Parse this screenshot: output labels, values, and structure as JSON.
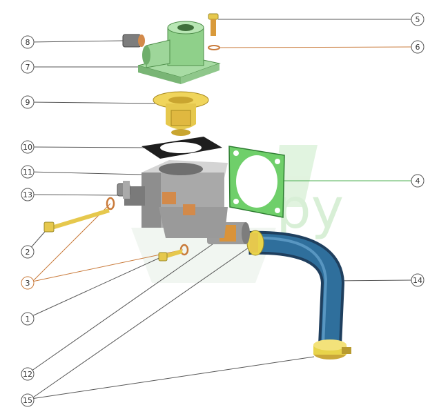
{
  "diagram": {
    "callouts": [
      {
        "id": "c1",
        "label": "1"
      },
      {
        "id": "c2",
        "label": "2"
      },
      {
        "id": "c3",
        "label": "3"
      },
      {
        "id": "c4",
        "label": "4"
      },
      {
        "id": "c5",
        "label": "5"
      },
      {
        "id": "c6",
        "label": "6"
      },
      {
        "id": "c7",
        "label": "7"
      },
      {
        "id": "c8",
        "label": "8"
      },
      {
        "id": "c9",
        "label": "9"
      },
      {
        "id": "c10",
        "label": "10"
      },
      {
        "id": "c11",
        "label": "11"
      },
      {
        "id": "c12",
        "label": "12"
      },
      {
        "id": "c13",
        "label": "13"
      },
      {
        "id": "c14",
        "label": "14"
      },
      {
        "id": "c15",
        "label": "15"
      }
    ],
    "watermark": {
      "text": "ру"
    },
    "colors": {
      "housing": "#a9a9a9",
      "cover": "#8fd08a",
      "thermostat": "#e6c84d",
      "gasket": "#1e1e1e",
      "flange": "#6fcf6a",
      "hose": "#2f5f8c",
      "clamp": "#e8d44a",
      "bolt": "#d99a3b",
      "line_dark": "#555555",
      "line_green": "#4caf50",
      "line_orange": "#c97a3a",
      "watermark": "#b9e3b6"
    }
  }
}
